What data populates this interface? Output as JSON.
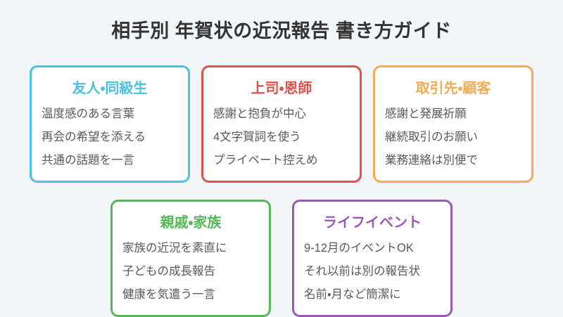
{
  "page": {
    "title": "相手別 年賀状の近況報告 書き方ガイド",
    "background_color": "#F2F6F9",
    "card_background": "#FFFFFF",
    "title_color": "#333333",
    "body_text_color": "#595959"
  },
  "cards": [
    {
      "id": "friends-classmates",
      "title": "友人・同級生",
      "accent_color": "#4CC2E0",
      "items": [
        "温度感のある言葉",
        "再会の希望を添える",
        "共通の話題を一言"
      ]
    },
    {
      "id": "boss-mentor",
      "title": "上司・恩師",
      "accent_color": "#D9534F",
      "items": [
        "感謝と抱負が中心",
        "4文字賀詞を使う",
        "プライベート控えめ"
      ]
    },
    {
      "id": "clients-customers",
      "title": "取引先・顧客",
      "accent_color": "#F0AD55",
      "items": [
        "感謝と発展祈願",
        "継続取引のお願い",
        "業務連絡は別便で"
      ]
    },
    {
      "id": "relatives-family",
      "title": "親戚・家族",
      "accent_color": "#55B85A",
      "items": [
        "家族の近況を素直に",
        "子どもの成長報告",
        "健康を気遣う一言"
      ]
    },
    {
      "id": "life-events",
      "title": "ライフイベント",
      "accent_color": "#9B59B6",
      "items": [
        "9-12月のイベントOK",
        "それ以前は別の報告状",
        "名前・月など簡潔に"
      ]
    }
  ]
}
